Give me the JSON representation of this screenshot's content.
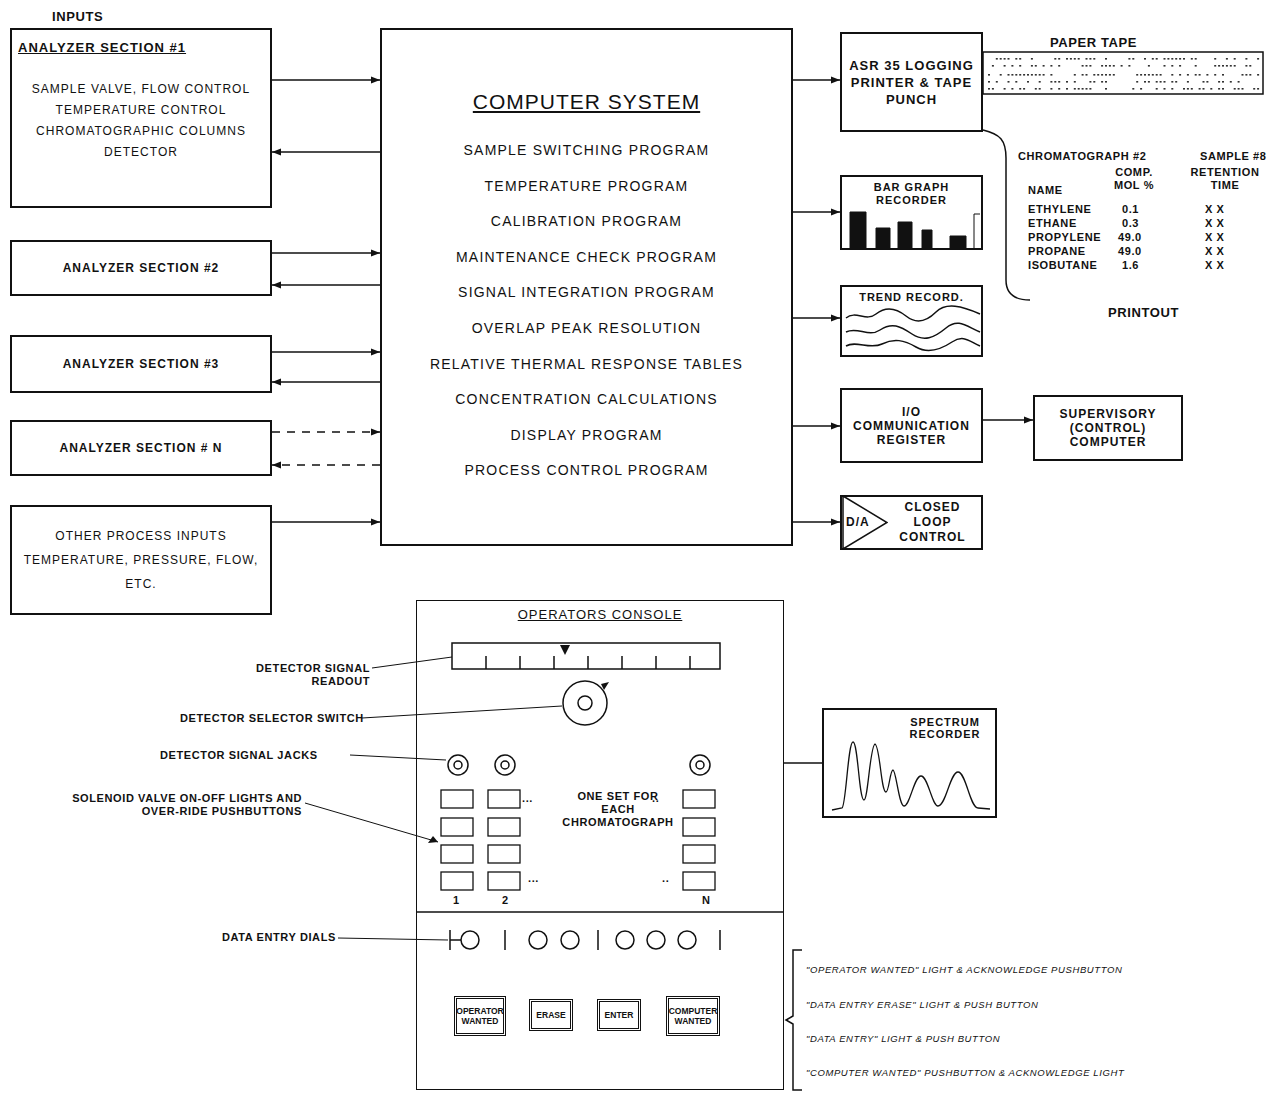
{
  "diagram": {
    "nodes": [
      {
        "text": [
          "ANALYZER SECTION #1",
          "SAMPLE VALVE, FLOW CONTROL TEMPERATURE CONTROL CHROMATOGRAPHIC COLUMNS DETECTOR"
        ]
      },
      {
        "text": [
          "ANALYZER SECTION #2"
        ]
      },
      {
        "text": [
          "ANALYZER SECTION #3"
        ]
      },
      {
        "text": [
          "ANALYZER SECTION # N"
        ]
      },
      {
        "text": [
          "OTHER PROCESS INPUTS TEMPERATURE, PRESSURE, FLOW, ETC."
        ]
      },
      {
        "text": [
          "COMPUTER SYSTEM",
          "SAMPLE SWITCHING PROGRAM",
          "TEMPERATURE PROGRAM",
          "CALIBRATION PROGRAM",
          "MAINTENANCE CHECK PROGRAM",
          "SIGNAL INTEGRATION PROGRAM",
          "OVERLAP PEAK RESOLUTION",
          "RELATIVE THERMAL RESPONSE TABLES",
          "CONCENTRATION CALCULATIONS",
          "DISPLAY PROGRAM",
          "PROCESS CONTROL PROGRAM"
        ]
      },
      {
        "text": [
          "ASR 35 LOGGING PRINTER & TAPE PUNCH"
        ]
      },
      {
        "text": [
          "BAR GRAPH RECORDER"
        ]
      },
      {
        "text": [
          "TREND RECORD."
        ]
      },
      {
        "text": [
          "I/O COMMUNICATION REGISTER"
        ]
      },
      {
        "text": [
          "SUPERVISORY (CONTROL) COMPUTER"
        ]
      },
      {
        "text": [
          "CLOSED LOOP CONTROL"
        ]
      },
      {
        "text": [
          "D/A"
        ],
        "in": 11
      },
      {
        "text": [
          "OPERATORS CONSOLE"
        ]
      },
      {
        "text": [
          "OPERATOR WANTED"
        ],
        "in": 13
      },
      {
        "text": [
          "ERASE"
        ],
        "in": 13
      },
      {
        "text": [
          "ENTER"
        ],
        "in": 13
      },
      {
        "text": [
          "COMPUTER WANTED"
        ],
        "in": 13
      },
      {
        "text": [
          "SPECTRUM RECORDER"
        ]
      }
    ],
    "edges": [
      {
        "from": 0,
        "to": 5,
        "arrow": "to"
      },
      {
        "from": 5,
        "to": 0,
        "arrow": "to"
      },
      {
        "from": 1,
        "to": 5,
        "arrow": "to"
      },
      {
        "from": 5,
        "to": 1,
        "arrow": "to"
      },
      {
        "from": 2,
        "to": 5,
        "arrow": "to"
      },
      {
        "from": 5,
        "to": 2,
        "arrow": "to"
      },
      {
        "from": 3,
        "to": 5,
        "arrow": "to"
      },
      {
        "from": 5,
        "to": 3,
        "arrow": "to"
      },
      {
        "from": 4,
        "to": 5,
        "arrow": "to"
      },
      {
        "from": 5,
        "to": 6,
        "arrow": "to"
      },
      {
        "from": 5,
        "to": 7,
        "arrow": "to"
      },
      {
        "from": 5,
        "to": 8,
        "arrow": "to"
      },
      {
        "from": 5,
        "to": 9,
        "arrow": "to"
      },
      {
        "from": 5,
        "to": 11,
        "arrow": "to"
      },
      {
        "from": 9,
        "to": 10,
        "arrow": "to"
      },
      {
        "from": 13,
        "to": 18,
        "arrow": "none"
      }
    ],
    "labels": [
      "INPUTS",
      "PAPER TAPE",
      "CHROMATOGRAPH #2",
      "SAMPLE #8",
      "NAME",
      "COMP. MOL %",
      "RETENTION TIME",
      "ETHYLENE",
      "0.1",
      "X X",
      "ETHANE",
      "0.3",
      "X X",
      "PROPYLENE",
      "49.0",
      "X X",
      "PROPANE",
      "49.0",
      "X X",
      "ISOBUTANE",
      "1.6",
      "X X",
      "PRINTOUT",
      "DETECTOR SIGNAL READOUT",
      "DETECTOR SELECTOR SWITCH",
      "DETECTOR SIGNAL JACKS",
      "SOLENOID VALVE ON-OFF LIGHTS AND OVER-RIDE PUSHBUTTONS",
      "...",
      "ONE SET FOR EACH CHROMATOGRAPH",
      "..",
      "1",
      "2",
      "...",
      "..",
      "N",
      "DATA ENTRY DIALS",
      "\"OPERATOR WANTED\" LIGHT & ACKNOWLEDGE PUSHBUTTON",
      "\"DATA ENTRY ERASE\" LIGHT & PUSH BUTTON",
      "\"DATA ENTRY\" LIGHT & PUSH BUTTON",
      "\"COMPUTER WANTED\" PUSHBUTTON & ACKNOWLEDGE LIGHT"
    ]
  }
}
